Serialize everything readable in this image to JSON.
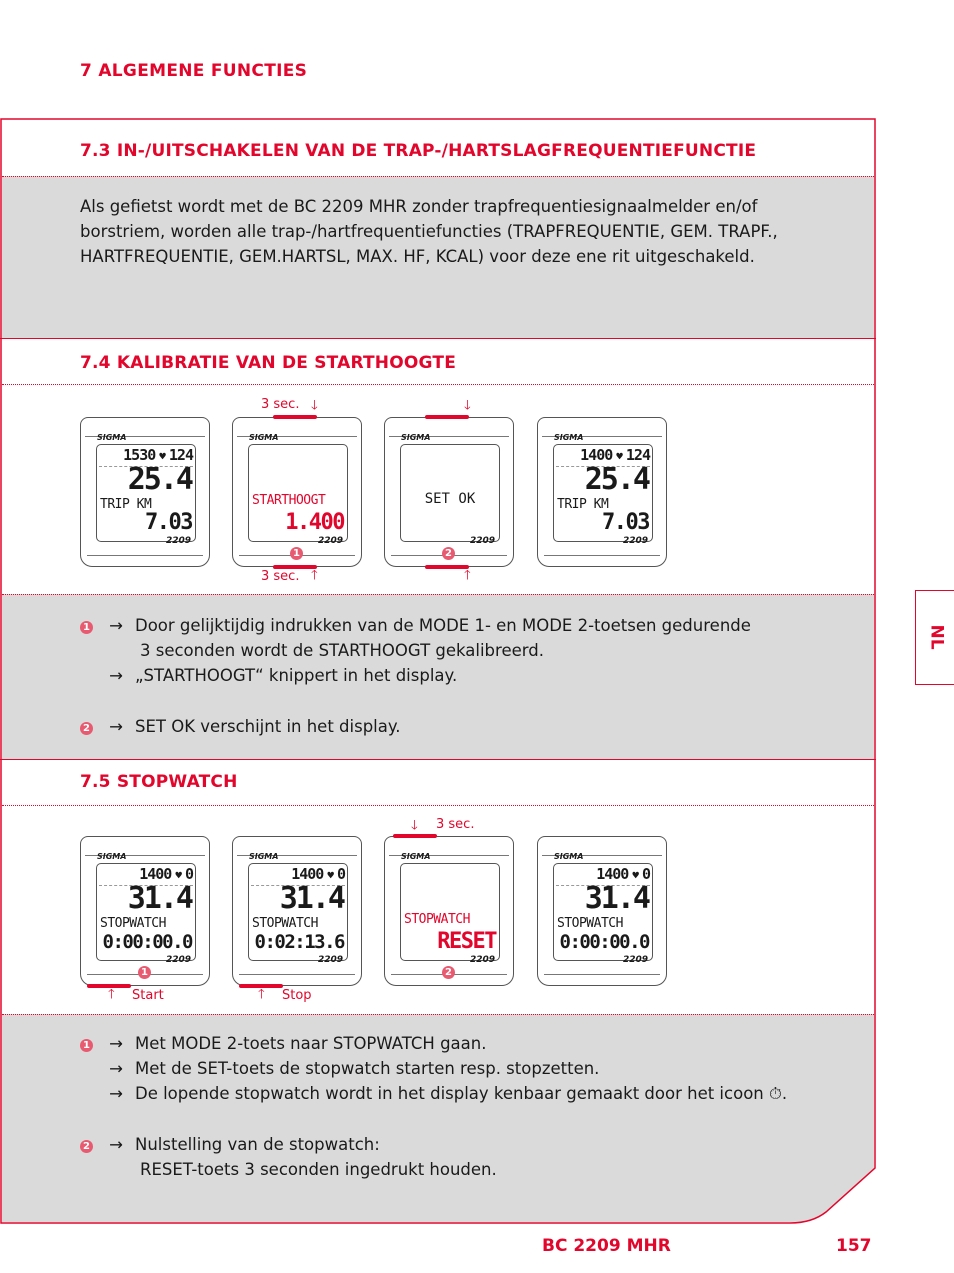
{
  "chapter": "7 ALGEMENE FUNCTIES",
  "section_73": {
    "title": "7.3 IN-/UITSCHAKELEN VAN DE TRAP-/HARTSLAGFREQUENTIEFUNCTIE",
    "text": "Als gefietst wordt met de BC 2209 MHR zonder trapfrequentiesignaalmelder en/of borstriem, worden alle trap-/hartfrequentiefuncties (TRAPFREQUENTIE, GEM. TRAPF., HARTFREQUENTIE, GEM.HARTSL, MAX. HF, KCAL) voor deze ene rit uitgeschakeld."
  },
  "section_74": {
    "title": "7.4 KALIBRATIE VAN DE STARTHOOGTE",
    "labels": {
      "top": "3 sec.",
      "bottom": "3 sec."
    },
    "devices": [
      {
        "brand": "SIGMA",
        "model": "2209",
        "alt": "1530",
        "hr": "124",
        "speed": "25.4",
        "label": "TRIP KM",
        "value": "7.03"
      },
      {
        "brand": "SIGMA",
        "model": "2209",
        "label": "STARTHOOGT",
        "value": "1.400",
        "badge": "1"
      },
      {
        "brand": "SIGMA",
        "model": "2209",
        "mid": "SET OK",
        "badge": "2"
      },
      {
        "brand": "SIGMA",
        "model": "2209",
        "alt": "1400",
        "hr": "124",
        "speed": "25.4",
        "label": "TRIP KM",
        "value": "7.03"
      }
    ],
    "steps": [
      {
        "num": "1",
        "lines": [
          "Door gelijktijdig indrukken van de MODE 1- en MODE 2-toetsen gedurende",
          "3 seconden wordt de STARTHOOGT gekalibreerd.",
          "„STARTHOOGT“ knippert in het display."
        ]
      },
      {
        "num": "2",
        "lines": [
          "SET OK verschijnt in het display."
        ]
      }
    ]
  },
  "section_75": {
    "title": "7.5 STOPWATCH",
    "labels": {
      "start": "Start",
      "stop": "Stop",
      "reset": "3 sec."
    },
    "devices": [
      {
        "brand": "SIGMA",
        "model": "2209",
        "alt": "1400",
        "hr": "0",
        "speed": "31.4",
        "label": "STOPWATCH",
        "value": "0:00:00.0",
        "badge": "1"
      },
      {
        "brand": "SIGMA",
        "model": "2209",
        "alt": "1400",
        "hr": "0",
        "speed": "31.4",
        "label": "STOPWATCH",
        "value": "0:02:13.6"
      },
      {
        "brand": "SIGMA",
        "model": "2209",
        "label": "STOPWATCH",
        "value": "RESET",
        "badge": "2"
      },
      {
        "brand": "SIGMA",
        "model": "2209",
        "alt": "1400",
        "hr": "0",
        "speed": "31.4",
        "label": "STOPWATCH",
        "value": "0:00:00.0"
      }
    ],
    "steps": [
      {
        "num": "1",
        "lines": [
          "Met MODE 2-toets naar STOPWATCH gaan.",
          "Met de SET-toets de stopwatch starten resp. stopzetten.",
          "De lopende stopwatch wordt in het display kenbaar gemaakt door het icoon ⏱."
        ]
      },
      {
        "num": "2",
        "lines": [
          "Nulstelling van de stopwatch:",
          "RESET-toets 3 seconden ingedrukt houden."
        ]
      }
    ]
  },
  "lang_tab": "NL",
  "footer": {
    "product": "BC 2209 MHR",
    "page": "157"
  },
  "colors": {
    "accent": "#e2062c",
    "band": "#dadada"
  }
}
